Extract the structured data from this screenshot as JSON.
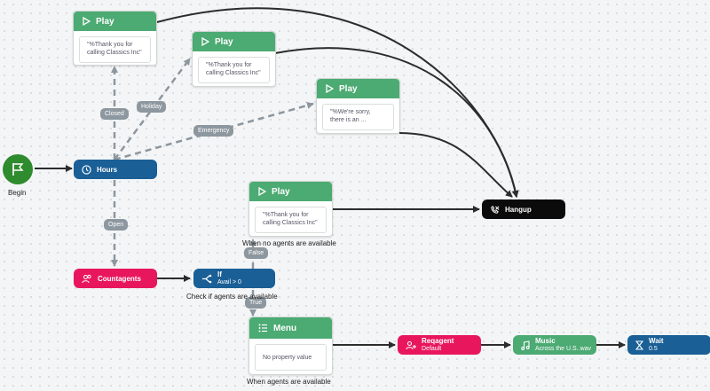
{
  "begin": {
    "label": "Begin"
  },
  "nodes": {
    "play1": {
      "title": "Play",
      "text": "\"%Thank you for calling Classics Inc\""
    },
    "play2": {
      "title": "Play",
      "text": "\"%Thank you for calling Classics Inc\""
    },
    "play3": {
      "title": "Play",
      "text": "\"%We're sorry, there is an ..."
    },
    "play4": {
      "title": "Play",
      "text": "\"%Thank you for calling Classics Inc\""
    },
    "hours": {
      "title": "Hours"
    },
    "hangup": {
      "title": "Hangup"
    },
    "countagents": {
      "title": "Countagents"
    },
    "ifnode": {
      "title": "If",
      "subtitle": "Avail > 0"
    },
    "menu": {
      "title": "Menu",
      "text": "No property value"
    },
    "reqagent": {
      "title": "Reqagent",
      "subtitle": "Default"
    },
    "music": {
      "title": "Music",
      "subtitle": "Across the U.S..wav"
    },
    "wait": {
      "title": "Wait",
      "subtitle": "0.5"
    }
  },
  "edge_labels": {
    "closed": "Closed",
    "holiday": "Holiday",
    "emergency": "Emergency",
    "open": "Open",
    "false": "False",
    "true": "True"
  },
  "captions": {
    "when_no_agents": "When no agents are available",
    "check_agents": "Check if agents are available",
    "when_agents": "When agents are available"
  },
  "colors": {
    "play_green": "#4caa73",
    "hours_blue": "#1a5f96",
    "hangup_black": "#0b0b0b",
    "pink": "#e8175d",
    "begin_green": "#2e8b2e",
    "dashed_gray": "#8d979f"
  },
  "icons": {
    "play": "play-icon",
    "hours": "clock-icon",
    "hangup": "phone-hangup-icon",
    "countagents": "people-icon",
    "if": "branch-icon",
    "menu": "list-icon",
    "reqagent": "person-add-icon",
    "music": "music-note-icon",
    "wait": "hourglass-icon",
    "begin": "flag-icon"
  }
}
